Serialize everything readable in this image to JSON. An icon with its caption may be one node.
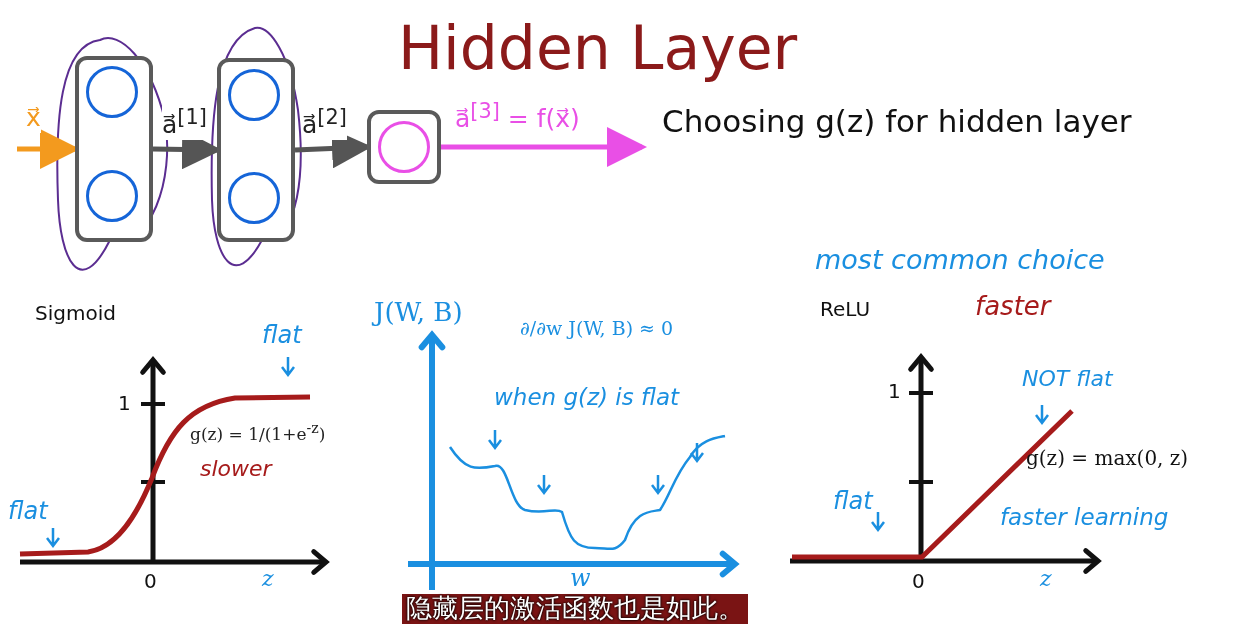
{
  "diagram": {
    "title": "Hidden Layer",
    "nodes": [
      {
        "text": [],
        "shape": "box"
      },
      {
        "text": [],
        "shape": "circle",
        "in": 0
      },
      {
        "text": [],
        "shape": "circle",
        "in": 0
      },
      {
        "text": [],
        "shape": "box"
      },
      {
        "text": [],
        "shape": "circle",
        "in": 3
      },
      {
        "text": [],
        "shape": "circle",
        "in": 3
      },
      {
        "text": [],
        "shape": "box"
      },
      {
        "text": [],
        "shape": "circle",
        "in": 6
      }
    ],
    "edges": [
      {
        "from": null,
        "to": 0,
        "arrow": "to",
        "label": "x⃗",
        "color": "#f39a1e"
      },
      {
        "from": 0,
        "to": 3,
        "arrow": "to",
        "label": "a⃗$^{[1]}$"
      },
      {
        "from": 3,
        "to": 6,
        "arrow": "to",
        "label": "a⃗$^{[2]}$"
      },
      {
        "from": 6,
        "to": null,
        "arrow": "to",
        "label": "a⃗$^{[3]}$ = f(x⃗)",
        "color": "#e94fe6"
      }
    ],
    "labels": [
      "Choosing g(z) for hidden layer",
      "Sigmoid",
      "flat",
      "1",
      "g(z) = 1/(1+e$^{-z}$)",
      "slower",
      "flat",
      "0",
      "z",
      "J(W, B)",
      "∂/∂w J(W, B) ≈ 0",
      "when g(z) is flat",
      "w",
      "most common choice",
      "ReLU",
      "faster",
      "NOT flat",
      "1",
      "g(z) = max(0, z)",
      "flat",
      "faster learning",
      "0",
      "z",
      "隐藏层的激活函数也是如此。"
    ]
  }
}
